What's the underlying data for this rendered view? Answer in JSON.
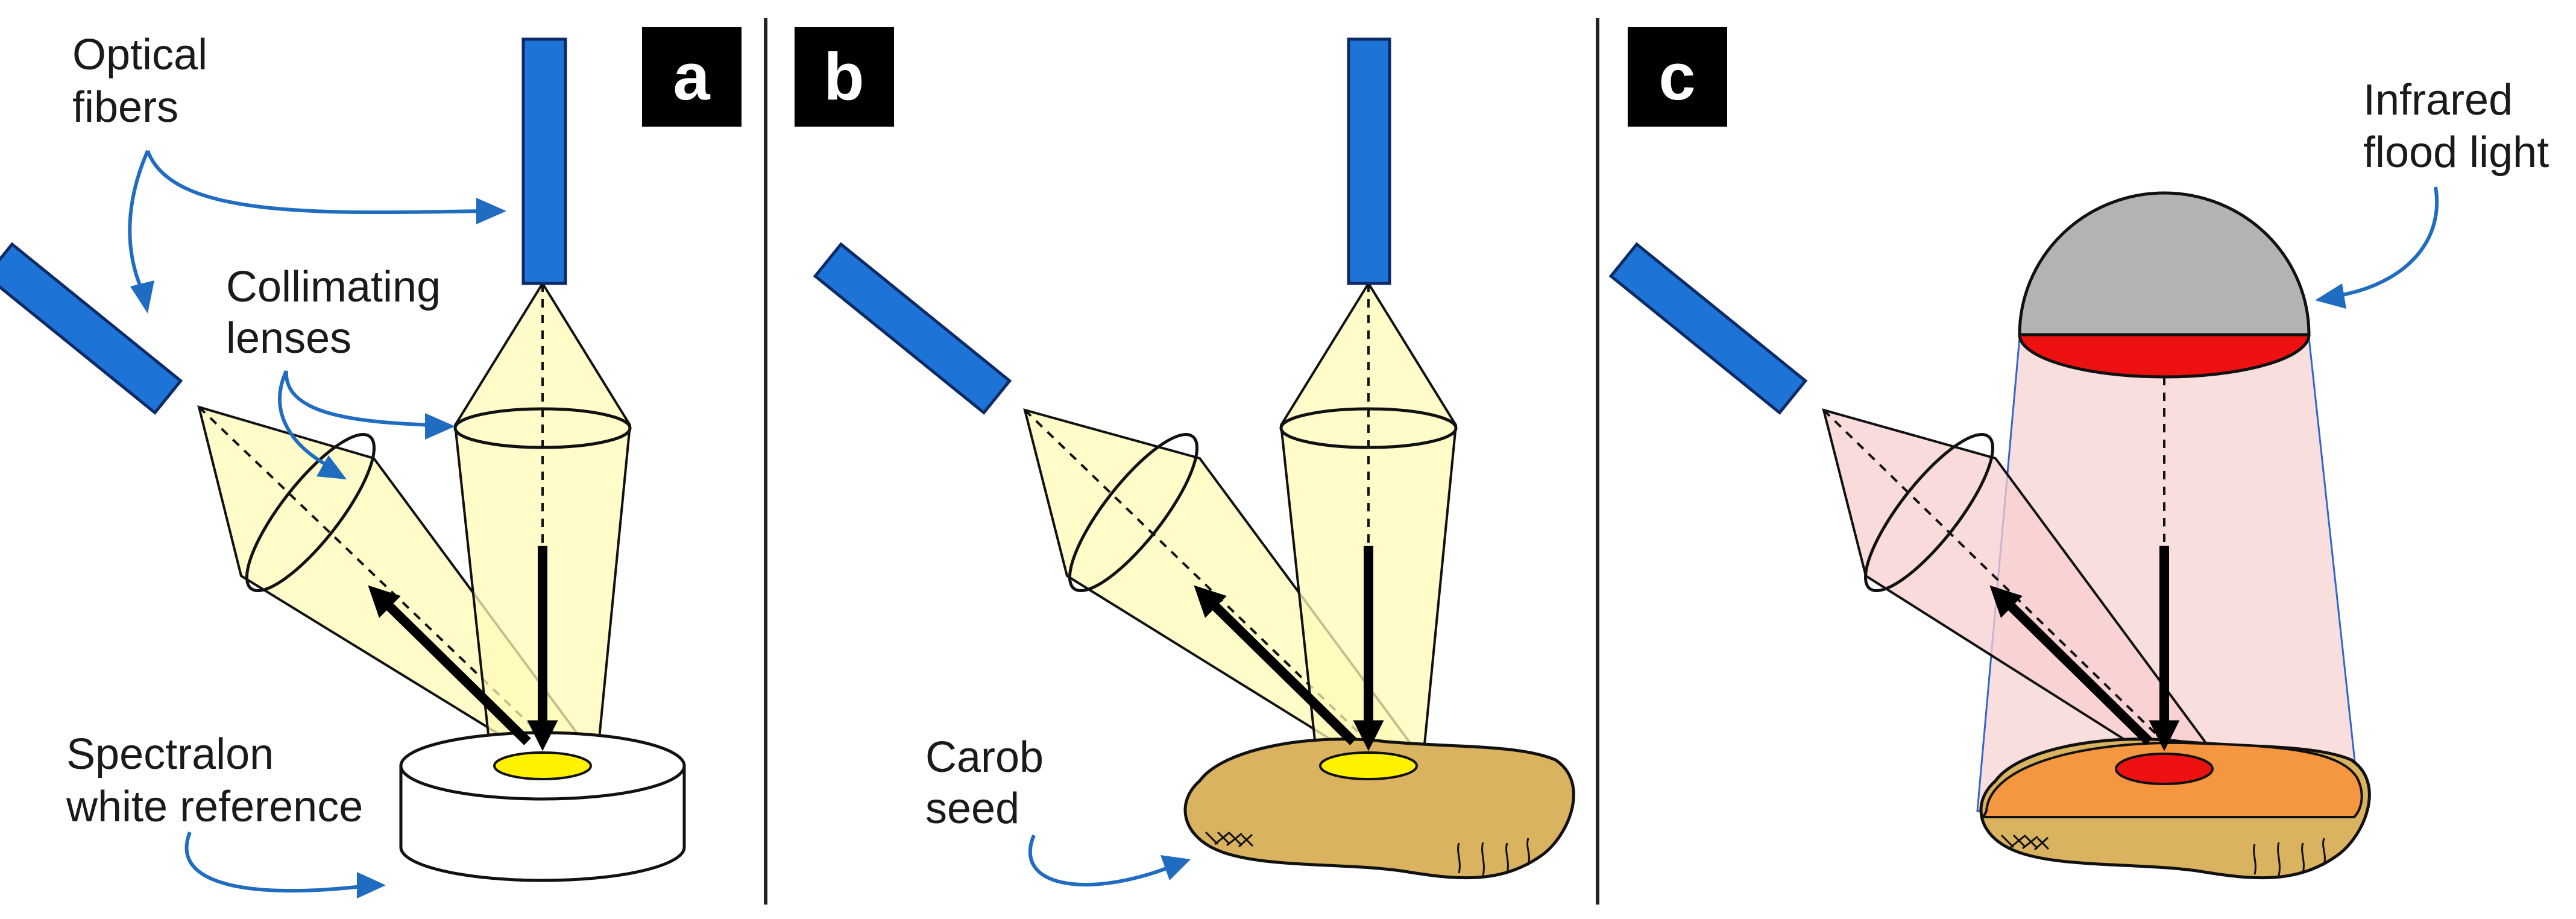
{
  "panels": [
    {
      "tag": "a"
    },
    {
      "tag": "b"
    },
    {
      "tag": "c"
    }
  ],
  "labels": {
    "optical_fibers": [
      "Optical",
      "fibers"
    ],
    "collimating_lenses": [
      "Collimating",
      "lenses"
    ],
    "spectralon": [
      "Spectralon",
      "white reference"
    ],
    "carob_seed": [
      "Carob",
      "seed"
    ],
    "infrared_flood_light": [
      "Infrared",
      "flood light"
    ]
  },
  "colors": {
    "fiber": "#1e74d6",
    "light_beam": "#fffbb8",
    "illumination_spot": "#fff200",
    "seed": "#d9b35f",
    "infrared_beam": "#f8cfcf",
    "infrared_lamp_housing": "#b3b3b3",
    "infrared_emitter": "#ee1111",
    "heated_seed": "#f59640",
    "callout_arrow": "#1f6cc0"
  }
}
